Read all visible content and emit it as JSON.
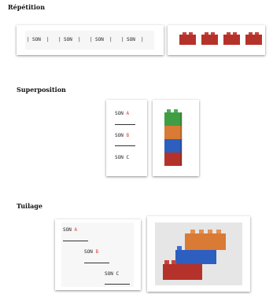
{
  "sections": {
    "repetition": {
      "title": "Répétition",
      "son_label": "SON",
      "separator": "|"
    },
    "superposition": {
      "title": "Superposition",
      "son_label": "SON",
      "rows": [
        {
          "letter": "A"
        },
        {
          "letter": "B"
        },
        {
          "letter": "C"
        }
      ]
    },
    "tuilage": {
      "title": "Tuilage",
      "son_label": "SON",
      "rows": [
        {
          "letter": "A"
        },
        {
          "letter": "B"
        },
        {
          "letter": "C"
        }
      ]
    }
  },
  "colors": {
    "brick_red": "#b5322b",
    "brick_blue": "#2c5fbf",
    "brick_orange": "#d97a35",
    "brick_green": "#3f9d43",
    "letter_red": "#d9463d"
  }
}
